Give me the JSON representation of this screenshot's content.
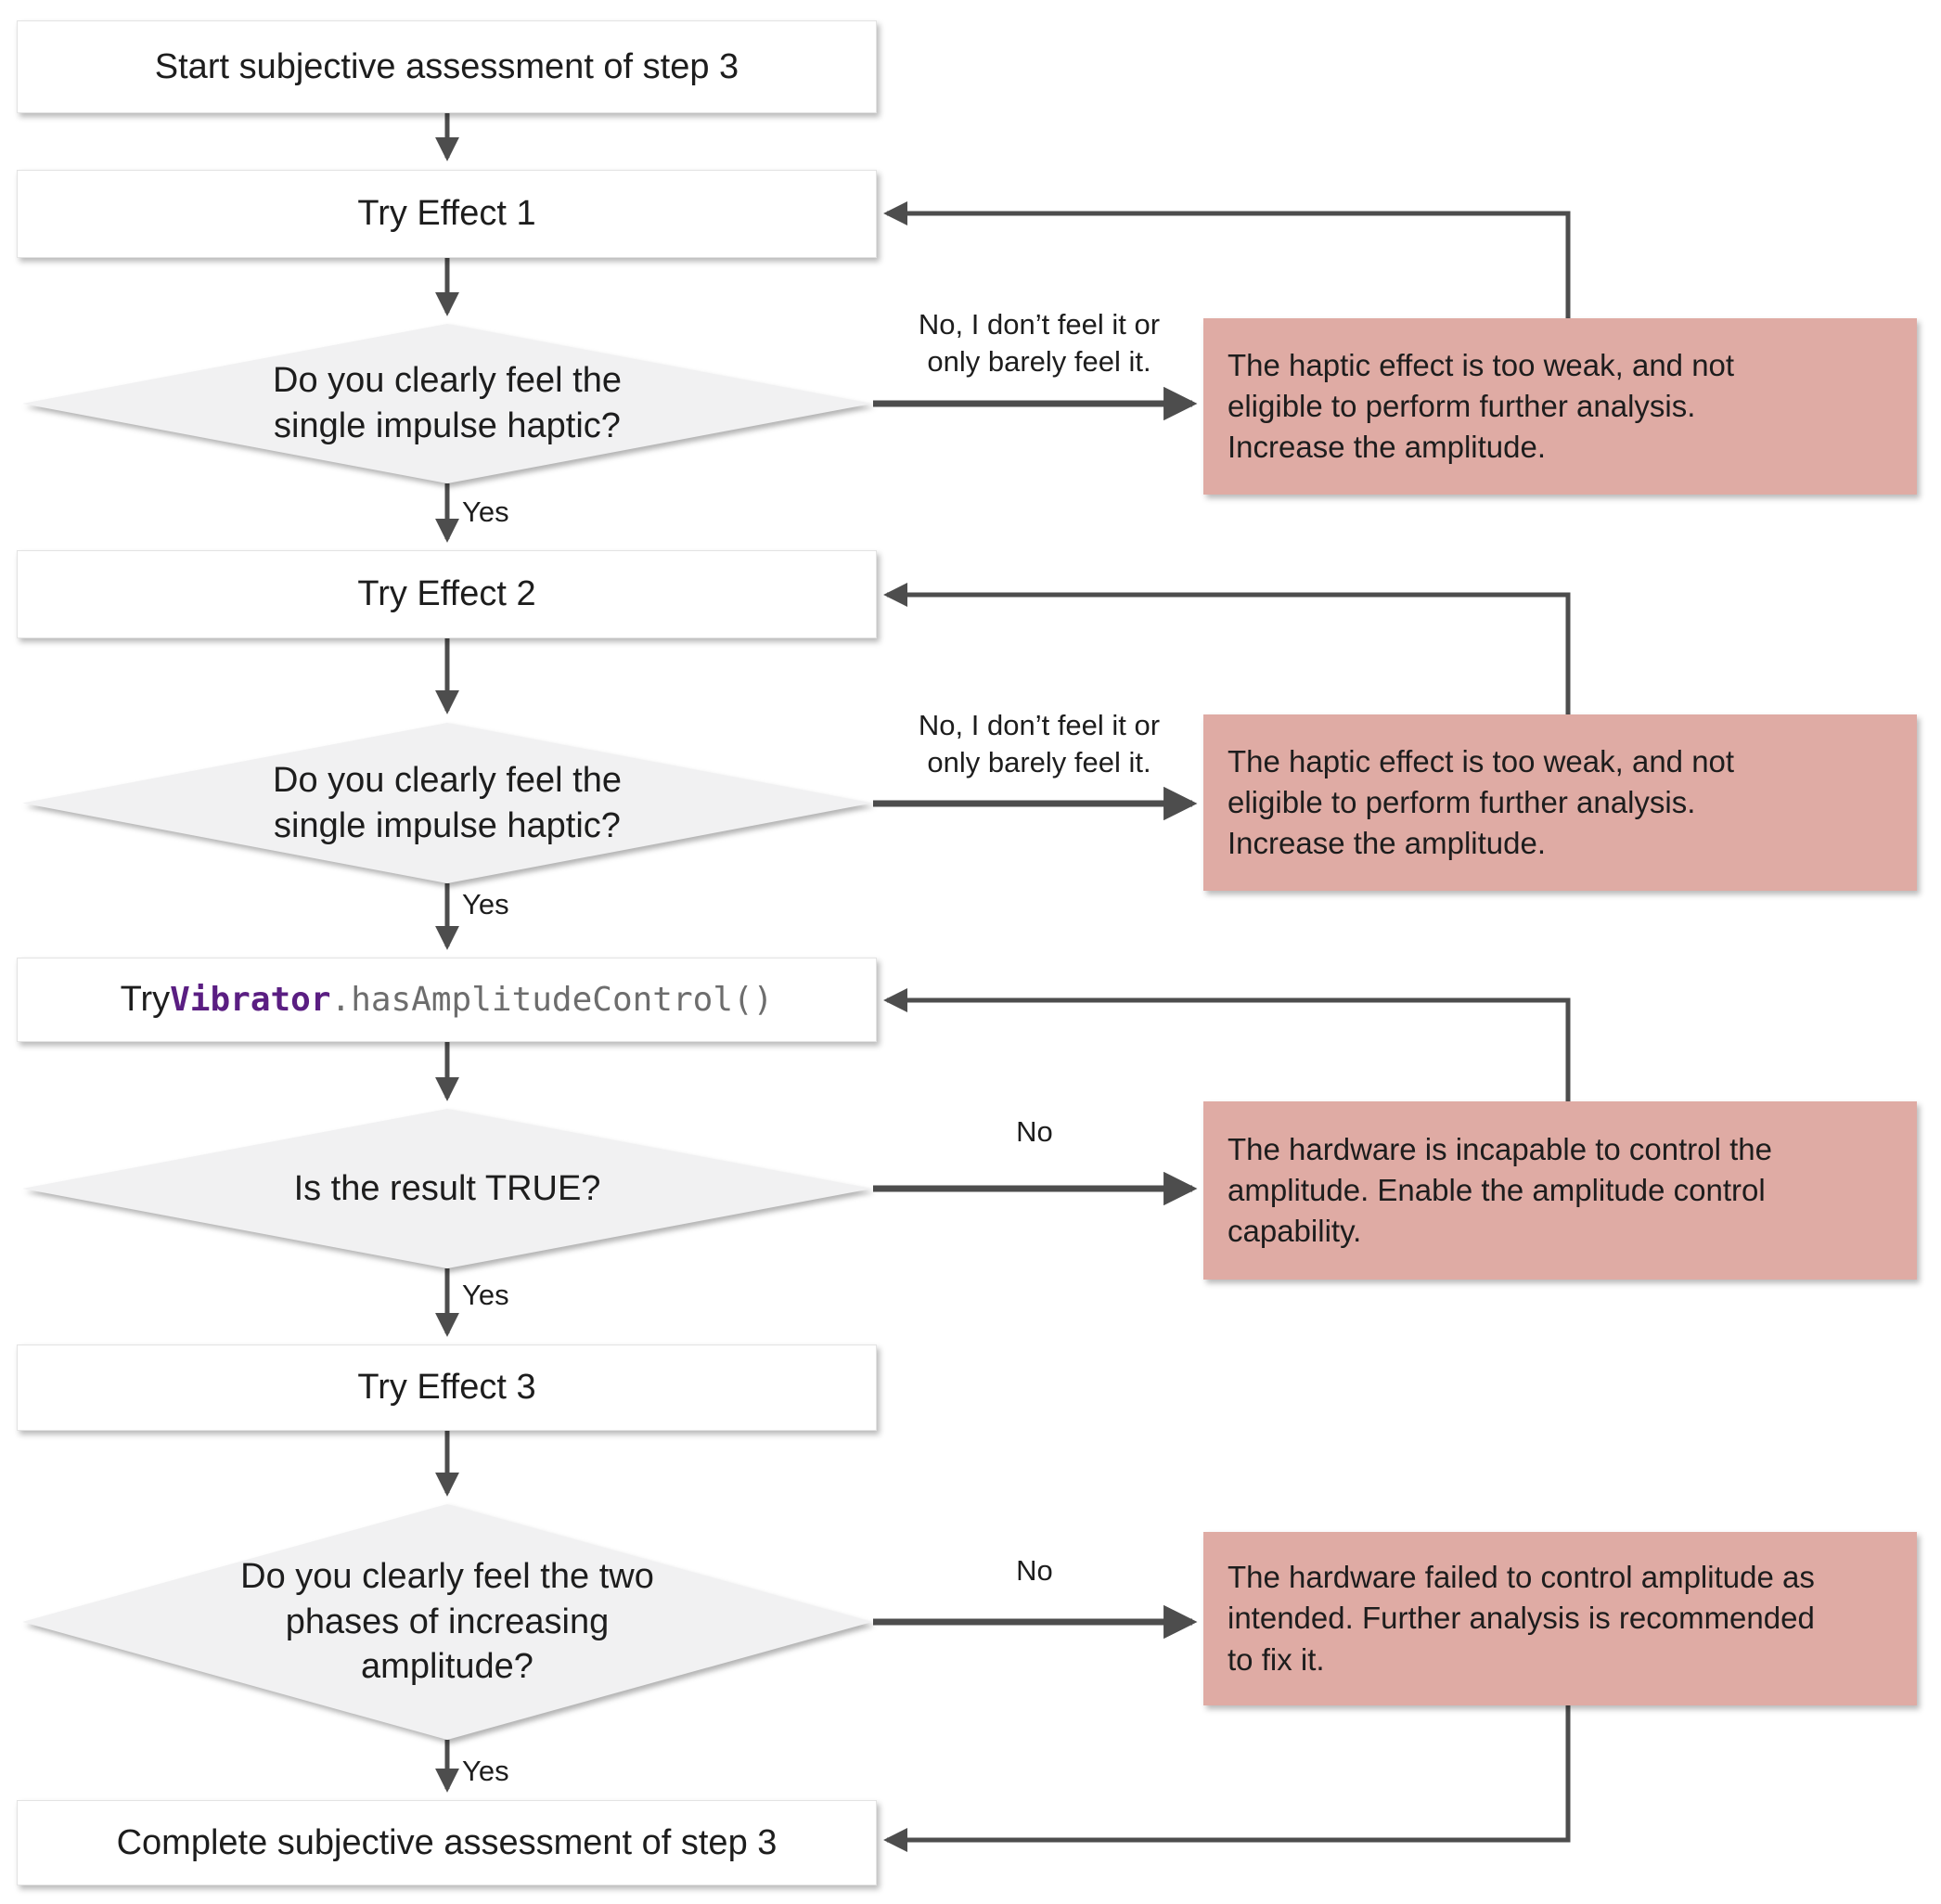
{
  "colors": {
    "background": "#ffffff",
    "node_fill": "#ffffff",
    "node_border": "#e3e3e3",
    "decision_fill": "#f1f1f2",
    "outcome_fill": "#dfaba4",
    "arrow": "#4d4d4d",
    "text": "#1d1d1d",
    "code_class": "#5a1e82",
    "code_method": "#6d6d6d"
  },
  "nodes": {
    "start": {
      "label": "Start subjective assessment of step 3"
    },
    "try_effect_1": {
      "label": "Try Effect 1"
    },
    "decision_impulse_1": {
      "label": "Do you clearly feel the\nsingle impulse haptic?"
    },
    "outcome_too_weak_1": {
      "label": "The haptic effect is too weak, and not\neligible to perform further analysis.\nIncrease the amplitude."
    },
    "try_effect_2": {
      "label": "Try Effect 2"
    },
    "decision_impulse_2": {
      "label": "Do you clearly feel the\nsingle impulse haptic?"
    },
    "outcome_too_weak_2": {
      "label": "The haptic effect is too weak, and not\neligible to perform further analysis.\nIncrease the amplitude."
    },
    "code_check": {
      "prefix": "Try ",
      "class_name": "Vibrator",
      "method": ".hasAmplitudeControl()"
    },
    "decision_result_true": {
      "label": "Is the result TRUE?"
    },
    "outcome_incapable": {
      "label": "The hardware is incapable to control the\namplitude. Enable the amplitude control\ncapability."
    },
    "try_effect_3": {
      "label": "Try Effect 3"
    },
    "decision_two_phases": {
      "label": "Do you clearly feel the two\nphases of increasing\namplitude?"
    },
    "outcome_failed": {
      "label": "The hardware failed to control amplitude as\nintended. Further analysis is recommended\nto fix it."
    },
    "complete": {
      "label": "Complete subjective assessment of step 3"
    }
  },
  "edge_labels": {
    "no_feel_1": "No, I don’t feel it or\nonly barely feel it.",
    "no_feel_2": "No, I don’t feel it or\nonly barely feel it.",
    "yes_1": "Yes",
    "yes_2": "Yes",
    "yes_3": "Yes",
    "yes_4": "Yes",
    "no_result": "No",
    "no_phases": "No"
  }
}
